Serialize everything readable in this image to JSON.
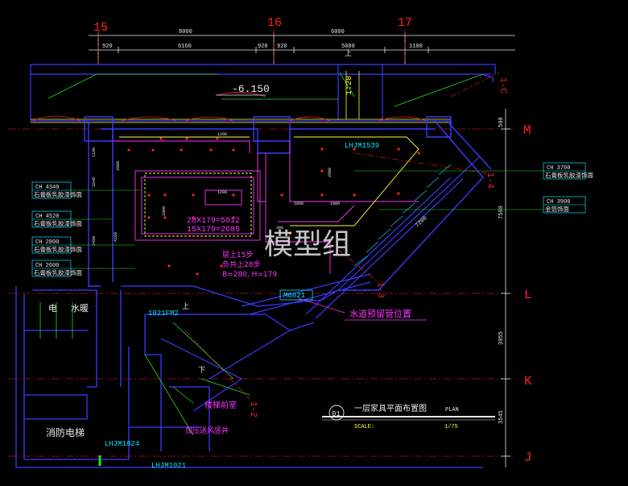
{
  "colors": {
    "bg": "#000000",
    "axis_label": "#ff2020",
    "dim": "#e8e8e8",
    "wall": "#3a3aff",
    "cyan": "#00e5ff",
    "green": "#22dd22",
    "magenta": "#ff33ff",
    "yellow": "#ffff33",
    "red": "#ff2020",
    "white": "#ffffff"
  },
  "axes": {
    "cols": [
      "15",
      "16",
      "17"
    ],
    "rows": [
      "M",
      "L",
      "K",
      "J"
    ],
    "diag": [
      "1-C",
      "1-4",
      "1-3",
      "1-2"
    ]
  },
  "dims_top_1": [
    "8000",
    "6000"
  ],
  "dims_top_2": [
    "920",
    "6160",
    "920",
    "920",
    "5080",
    "1100"
  ],
  "dims_right": [
    "500",
    "7500",
    "3955",
    "3545"
  ],
  "level": "-6.150",
  "left_notes": [
    {
      "ch": "CH  4340",
      "mat": "石膏板乳胶漆饰面"
    },
    {
      "ch": "CH  4520",
      "mat": "石膏板乳胶漆饰面"
    },
    {
      "ch": "CH  2800",
      "mat": "石膏板乳胶漆饰面"
    },
    {
      "ch": "CH  2600",
      "mat": "石膏板乳胶漆饰面"
    }
  ],
  "right_notes": [
    {
      "ch": "CH  3700",
      "mat": "石膏板乳胶漆饰面"
    },
    {
      "ch": "CH  3900",
      "mat": "金箔饰面"
    }
  ],
  "ceiling_dims": [
    "1200",
    "1200",
    "2000",
    "1800",
    "1800",
    "300",
    "2000",
    "3340",
    "1100",
    "1000",
    "4160",
    "2400",
    "7200"
  ],
  "stair_calc": [
    "28X179=5012",
    "15X179=2685"
  ],
  "stair_notes": [
    "层上15步",
    "负共上28步",
    "B=280, H=179"
  ],
  "door_tags": [
    "LHJM1539",
    "M0821",
    "1021FM2",
    "LHJM1824",
    "LHJM1021"
  ],
  "room_labels": [
    "电",
    "水暖",
    "消防电梯",
    "楼梯前室",
    "加压送风竖井"
  ],
  "stair_updown": [
    "上",
    "下",
    "上"
  ],
  "pipe_note": "水道预留管位置",
  "watermark": "模型组",
  "title_block": {
    "number": "01",
    "title": "一层家具平面布置图",
    "plan": "PLAN",
    "scale_label": "SCALE:",
    "scale": "1/75"
  }
}
